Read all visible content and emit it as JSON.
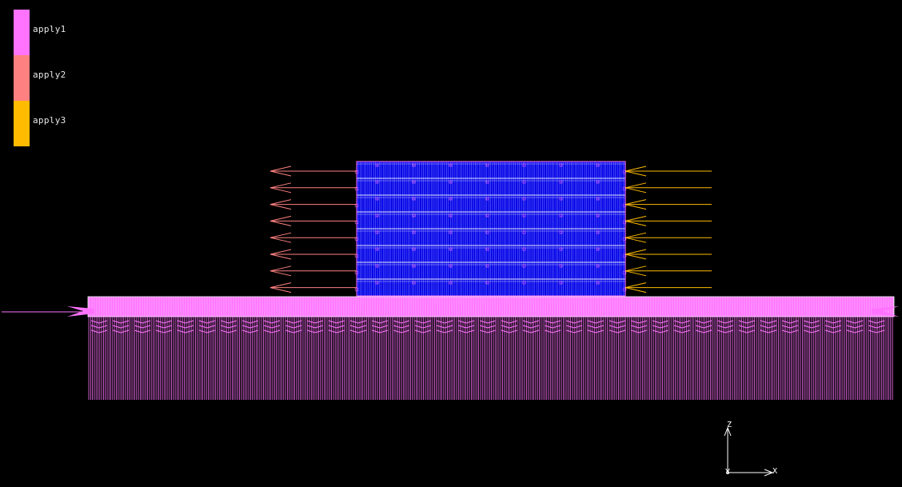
{
  "legend": {
    "items": [
      {
        "label": "apply1",
        "color": "#ff73ff"
      },
      {
        "label": "apply2",
        "color": "#ff8080"
      },
      {
        "label": "apply3",
        "color": "#ffbb00"
      }
    ]
  },
  "colors": {
    "background": "#000000",
    "mesh_fill": "#0000e6",
    "mesh_line": "#9a9aff",
    "plate": "#ff73ff",
    "apply2_arrows": "#ff8080",
    "apply3_arrows": "#ffbb00",
    "triad": "#ffffff"
  },
  "triad": {
    "axes": [
      {
        "label": "Z",
        "icon": "z-axis-arrow-icon"
      },
      {
        "label": "X",
        "icon": "x-axis-arrow-icon"
      },
      {
        "label": "Y",
        "icon": "y-axis-marker-icon"
      }
    ]
  }
}
